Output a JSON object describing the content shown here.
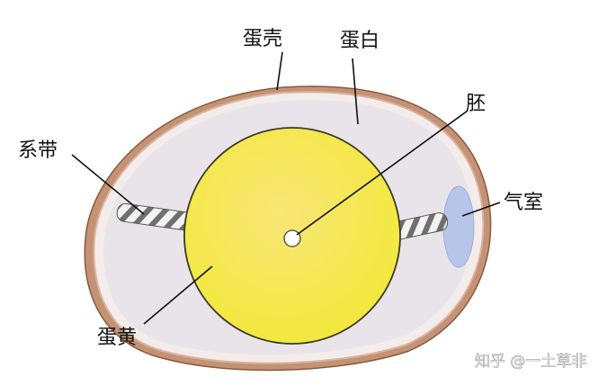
{
  "labels": {
    "shell": "蛋壳",
    "albumen": "蛋白",
    "chalaza": "系带",
    "germ": "胚",
    "air_cell": "气室",
    "yolk": "蛋黄"
  },
  "watermark": "知乎 @一土草非",
  "colors": {
    "shell": "#b9876a",
    "albumen": "#e8e4ea",
    "yolk": "#f4ea48",
    "yolk_edge": "#3a3a2a",
    "air_cell": "#b9c7e8",
    "chalaza": "#8a8a8a"
  }
}
